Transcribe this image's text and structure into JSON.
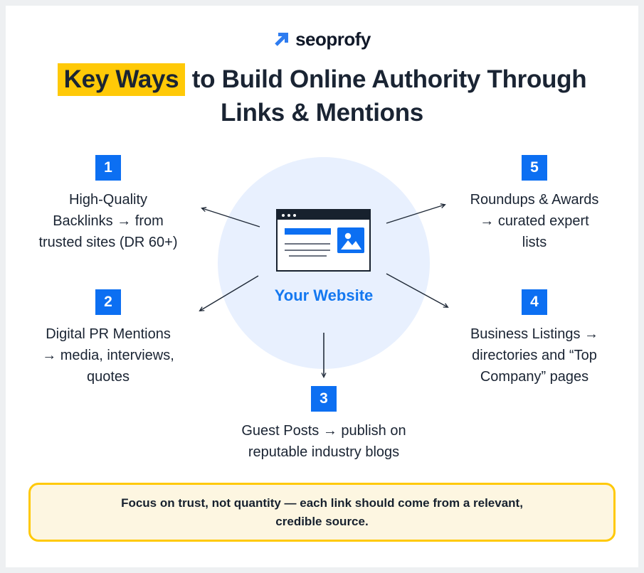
{
  "colors": {
    "accent_blue": "#0c6ff2",
    "navy_text": "#1a2433",
    "highlight_yellow": "#ffc907",
    "circle_bg": "#e8f0fe",
    "note_bg": "#fdf6e1",
    "note_border": "#ffc907",
    "website_label_blue": "#1478f0"
  },
  "logo": {
    "brand": "seoprofy",
    "icon": "arrow-up-right-icon"
  },
  "title": {
    "highlight": "Key Ways",
    "line1_rest": " to Build Online Authority Through",
    "line2": "Links & Mentions"
  },
  "center": {
    "label": "Your Website"
  },
  "items": [
    {
      "number": "1",
      "lines": [
        "High-Quality",
        "Backlinks → from",
        "trusted sites (DR 60+)"
      ]
    },
    {
      "number": "2",
      "lines": [
        "Digital PR Mentions",
        "→ media, interviews,",
        "quotes"
      ]
    },
    {
      "number": "3",
      "lines": [
        "Guest Posts → publish on",
        "reputable industry blogs"
      ]
    },
    {
      "number": "4",
      "lines": [
        "Business Listings →",
        "directories and “Top",
        "Company” pages"
      ]
    },
    {
      "number": "5",
      "lines": [
        "Roundups & Awards",
        "→ curated expert",
        "lists"
      ]
    }
  ],
  "note": {
    "lines": [
      "Focus on trust, not quantity — each link should come from a relevant,",
      "credible source."
    ]
  }
}
